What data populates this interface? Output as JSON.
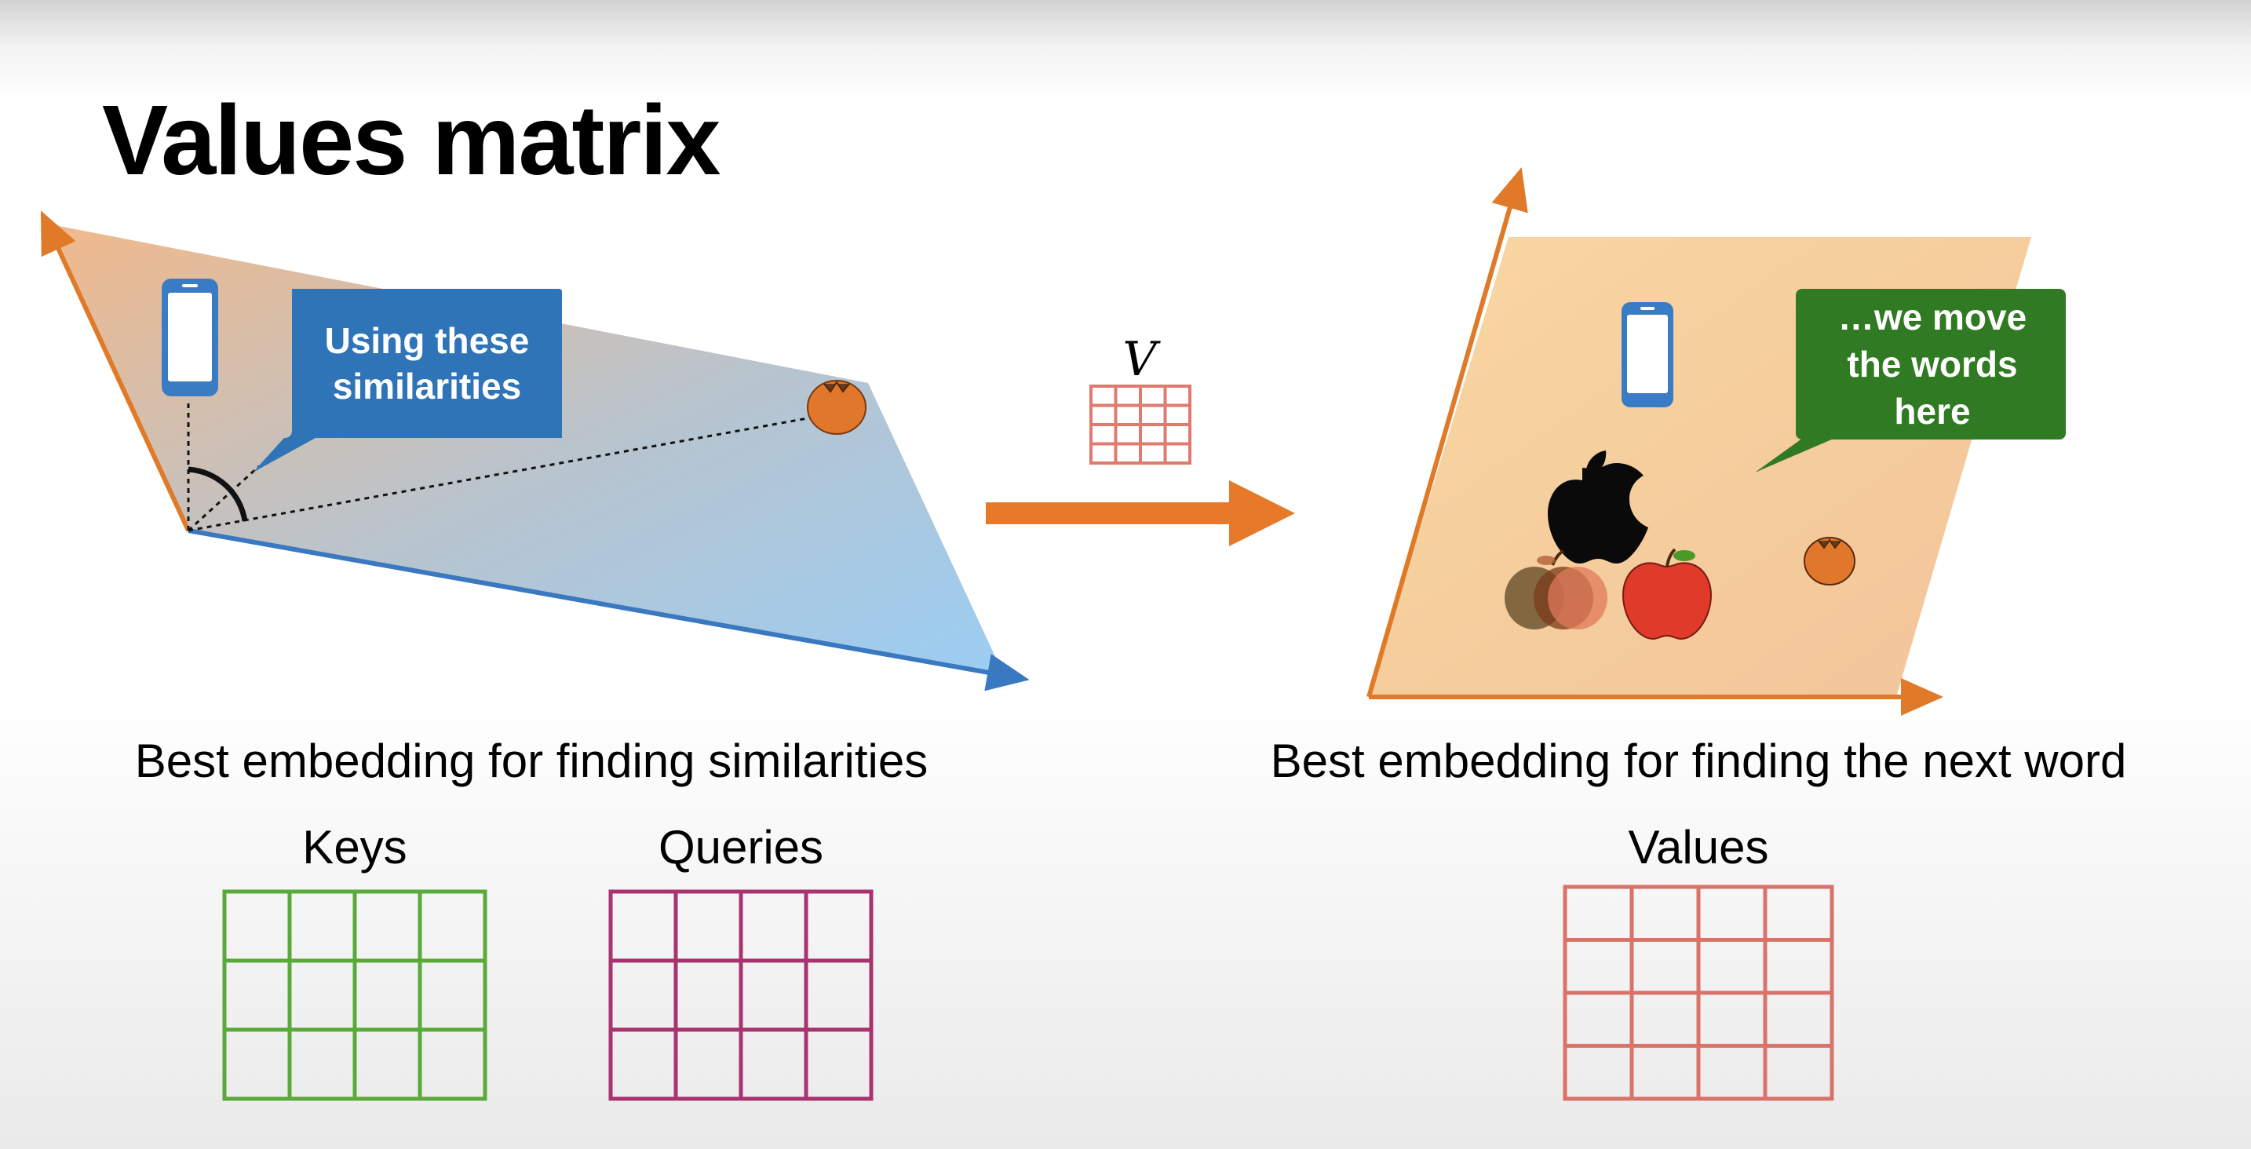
{
  "title": "Values matrix",
  "left_panel": {
    "bubble_lines": [
      "Using these",
      "similarities"
    ],
    "caption": "Best embedding for finding similarities"
  },
  "transform": {
    "label": "V"
  },
  "right_panel": {
    "bubble_lines": [
      "…we move",
      "the words",
      "here"
    ],
    "caption": "Best embedding for finding the next word"
  },
  "matrices": {
    "keys": {
      "label": "Keys",
      "color": "#5aaa3a"
    },
    "queries": {
      "label": "Queries",
      "color": "#a8336f"
    },
    "values": {
      "label": "Values",
      "color": "#d9736a"
    }
  },
  "colors": {
    "axis_orange": "#e07a28",
    "axis_blue": "#3a78c0",
    "bubble_blue": "#2f74b7",
    "bubble_green": "#2f7a22",
    "arrow_orange": "#e67a2a"
  },
  "icons": [
    "phone-icon",
    "orange-icon",
    "apple-logo-icon",
    "red-apple-icon",
    "faded-apple-icon"
  ]
}
